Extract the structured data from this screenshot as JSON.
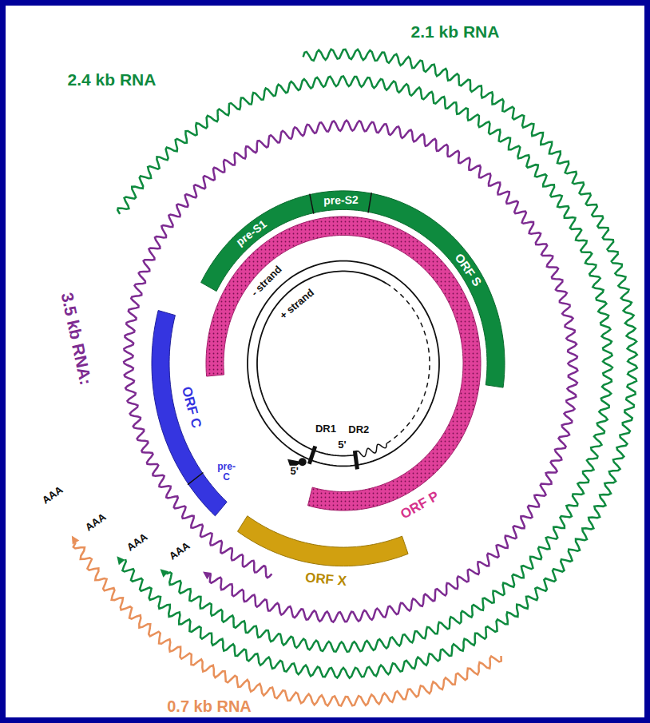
{
  "diagram": {
    "labels": [
      "2.1 kb RNA",
      "2.4 kb RNA",
      "3.5 kb RNA:",
      "0.7 kb RNA",
      "pre-S1",
      "pre-S2",
      "ORF S",
      "ORF P",
      "ORF C",
      "pre- C",
      "ORF X",
      "- strand",
      "+ strand",
      "DR1",
      "DR2",
      "5'",
      "5'",
      "AAA",
      "AAA",
      "AAA",
      "AAA"
    ]
  }
}
